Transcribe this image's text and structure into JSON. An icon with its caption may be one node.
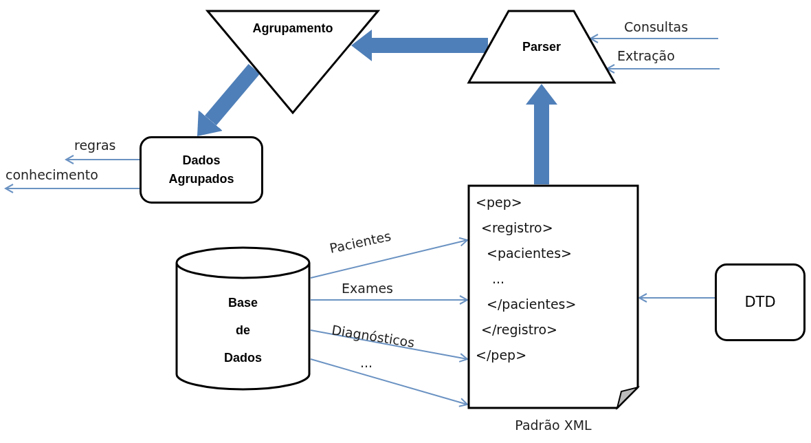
{
  "diagram": {
    "nodes": [
      {
        "text": [
          "Agrupamento"
        ]
      },
      {
        "text": [
          "Parser"
        ]
      },
      {
        "text": [
          "Dados Agrupados"
        ]
      },
      {
        "text": [
          "Base de Dados"
        ]
      },
      {
        "text": [
          "<pep>",
          "<registro>",
          "<pacientes>",
          "...",
          "</pacientes>",
          "</registro>",
          "</pep>"
        ],
        "beside": [
          "Padrão XML"
        ]
      },
      {
        "text": [
          "DTD"
        ]
      }
    ],
    "edges": [
      {
        "from": 1,
        "to": 0,
        "arrow": "to",
        "style": "thick"
      },
      {
        "from": 0,
        "to": 2,
        "arrow": "to",
        "style": "thick"
      },
      {
        "from": 4,
        "to": 1,
        "arrow": "to",
        "style": "thick"
      },
      {
        "from": 3,
        "to": 4,
        "arrow": "to",
        "label": "Pacientes"
      },
      {
        "from": 3,
        "to": 4,
        "arrow": "to",
        "label": "Exames"
      },
      {
        "from": 3,
        "to": 4,
        "arrow": "to",
        "label": "Diagnósticos"
      },
      {
        "from": 3,
        "to": 4,
        "arrow": "to",
        "label": "..."
      },
      {
        "from": 5,
        "to": 4,
        "arrow": "to"
      },
      {
        "from": null,
        "to": 1,
        "arrow": "to",
        "label": "Consultas"
      },
      {
        "from": null,
        "to": 1,
        "arrow": "to",
        "label": "Extração"
      },
      {
        "from": 2,
        "to": null,
        "arrow": "to",
        "label": "regras"
      },
      {
        "from": 2,
        "to": null,
        "arrow": "to",
        "label": "conhecimento"
      }
    ]
  }
}
